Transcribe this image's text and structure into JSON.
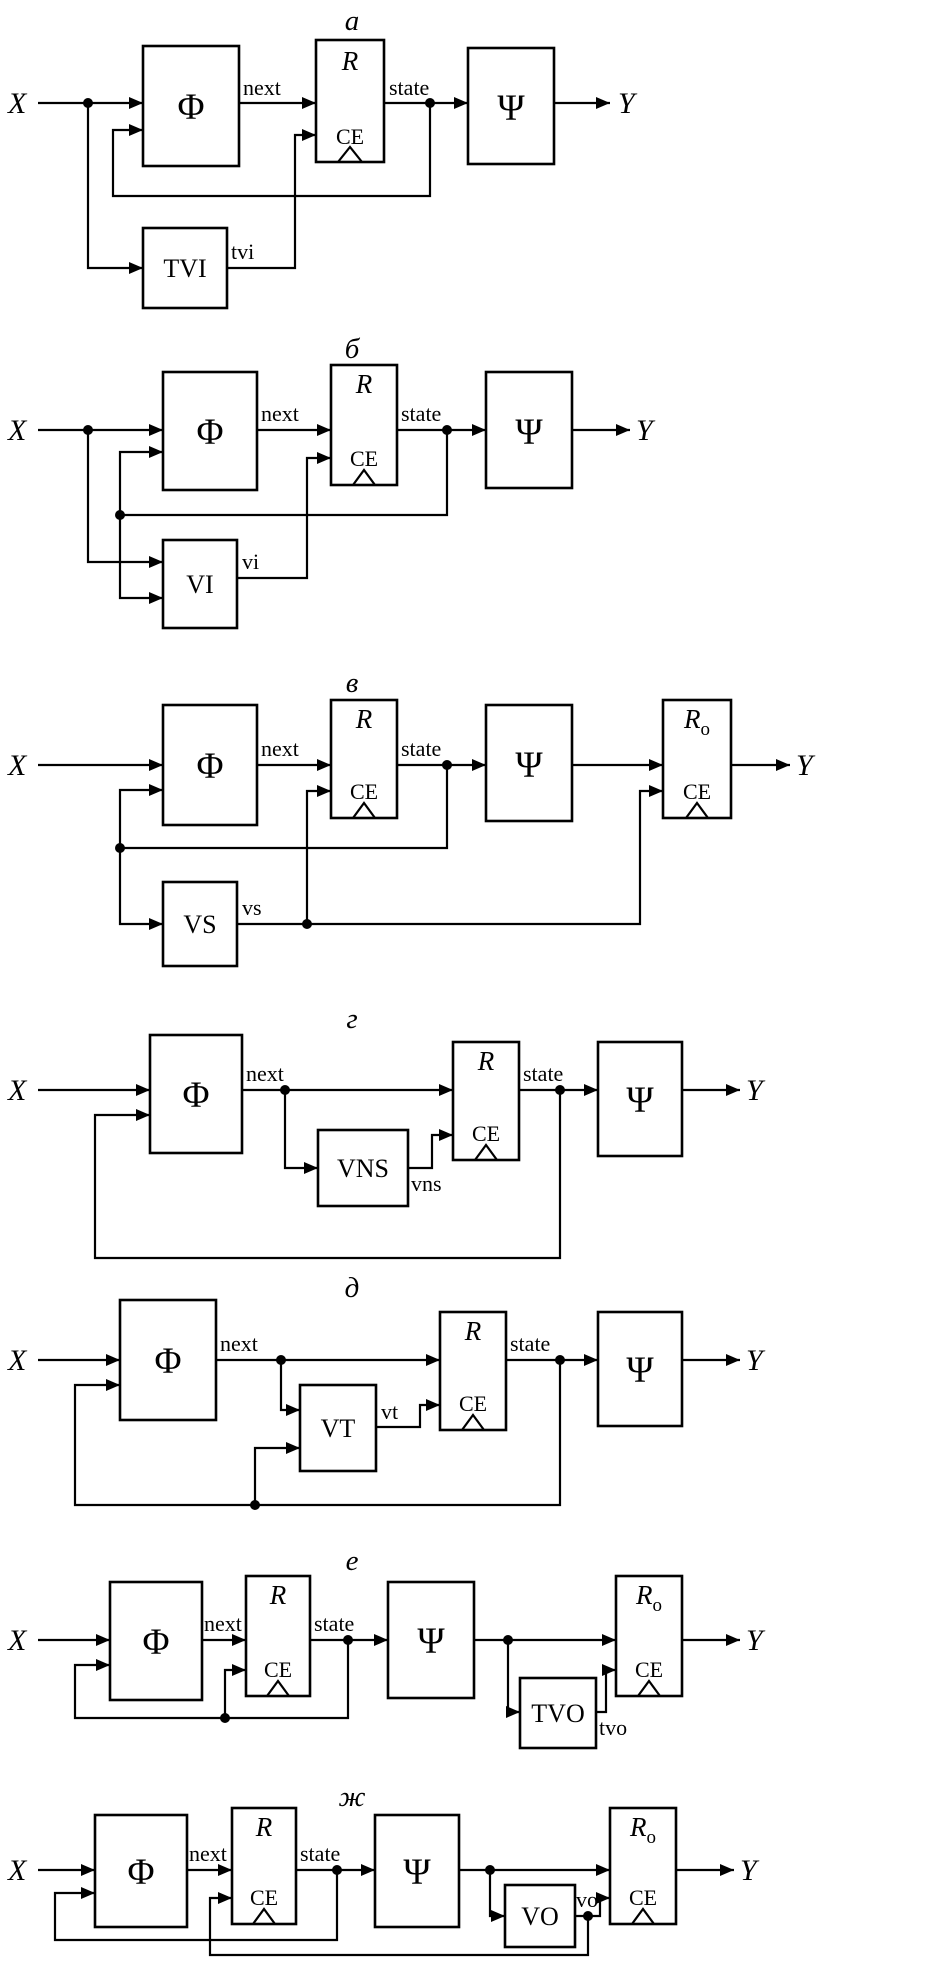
{
  "figure": {
    "shared": {
      "input": "X",
      "output": "Y",
      "next_signal": "next",
      "state_signal": "state",
      "phi_block": "Φ",
      "psi_block": "Ψ",
      "register": "R",
      "clock_enable": "CE",
      "output_register": "R",
      "output_register_sub": "o"
    },
    "panels": [
      {
        "title": "а",
        "checker": "TVI",
        "checker_signal": "tvi"
      },
      {
        "title": "б",
        "checker": "VI",
        "checker_signal": "vi"
      },
      {
        "title": "в",
        "checker": "VS",
        "checker_signal": "vs"
      },
      {
        "title": "г",
        "checker": "VNS",
        "checker_signal": "vns"
      },
      {
        "title": "д",
        "checker": "VT",
        "checker_signal": "vt"
      },
      {
        "title": "е",
        "checker": "TVO",
        "checker_signal": "tvo"
      },
      {
        "title": "ж",
        "checker": "VO",
        "checker_signal": "vo"
      }
    ],
    "colors": {
      "line": "#000000",
      "background": "#ffffff"
    }
  }
}
